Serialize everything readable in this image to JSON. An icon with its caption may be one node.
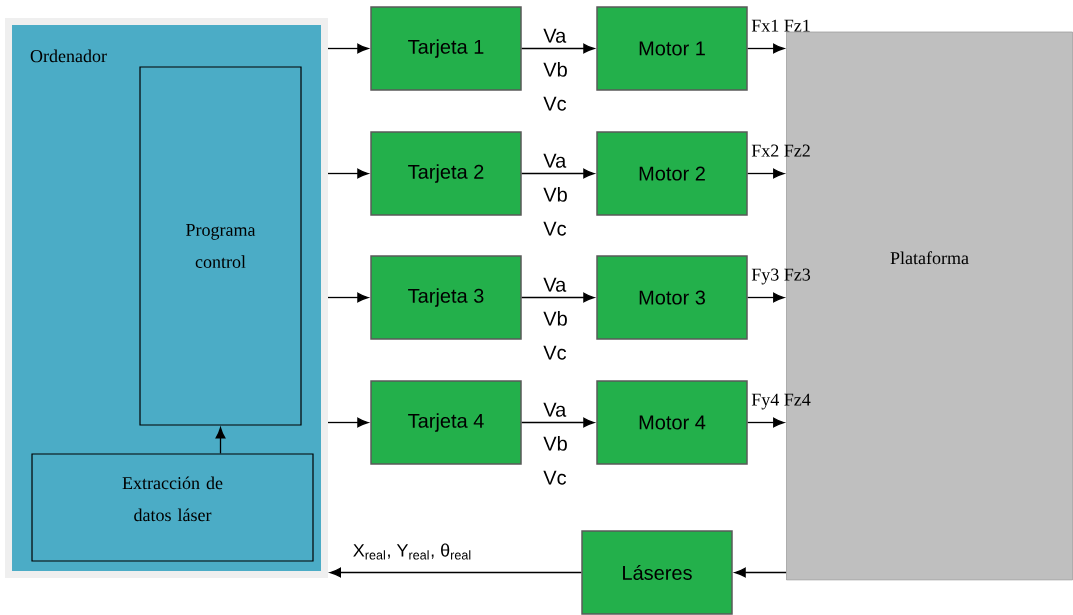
{
  "diagram": {
    "nodes": [
      {
        "text": [
          "Ordenador"
        ]
      },
      {
        "text": [
          "Programa control"
        ],
        "in": 0
      },
      {
        "text": [
          "Extracción de datos láser"
        ],
        "in": 0
      },
      {
        "text": [
          "Tarjeta 1"
        ]
      },
      {
        "text": [
          "Tarjeta 2"
        ]
      },
      {
        "text": [
          "Tarjeta 3"
        ]
      },
      {
        "text": [
          "Tarjeta 4"
        ]
      },
      {
        "text": [
          "Motor 1"
        ]
      },
      {
        "text": [
          "Motor 2"
        ]
      },
      {
        "text": [
          "Motor 3"
        ]
      },
      {
        "text": [
          "Motor 4"
        ]
      },
      {
        "text": [
          "Plataforma"
        ]
      },
      {
        "text": [
          "Láseres"
        ]
      }
    ],
    "edges": [
      {
        "from": 0,
        "to": 3,
        "arrow": "to"
      },
      {
        "from": 0,
        "to": 4,
        "arrow": "to"
      },
      {
        "from": 0,
        "to": 5,
        "arrow": "to"
      },
      {
        "from": 0,
        "to": 6,
        "arrow": "to"
      },
      {
        "from": 3,
        "to": 7,
        "arrow": "to",
        "label": "Va Vb Vc"
      },
      {
        "from": 4,
        "to": 8,
        "arrow": "to",
        "label": "Va Vb Vc"
      },
      {
        "from": 5,
        "to": 9,
        "arrow": "to",
        "label": "Va Vb Vc"
      },
      {
        "from": 6,
        "to": 10,
        "arrow": "to",
        "label": "Va Vb Vc"
      },
      {
        "from": 7,
        "to": 11,
        "arrow": "to",
        "label": "Fx1 Fz1"
      },
      {
        "from": 8,
        "to": 11,
        "arrow": "to",
        "label": "Fx2 Fz2"
      },
      {
        "from": 9,
        "to": 11,
        "arrow": "to",
        "label": "Fy3 Fz3"
      },
      {
        "from": 10,
        "to": 11,
        "arrow": "to",
        "label": "Fy4 Fz4"
      },
      {
        "from": 11,
        "to": 12,
        "arrow": "to"
      },
      {
        "from": 12,
        "to": 0,
        "arrow": "to",
        "label": "X$_{real}$, Y$_{real}$, θ$_{real}$"
      },
      {
        "from": 2,
        "to": 1,
        "arrow": "to"
      }
    ]
  }
}
